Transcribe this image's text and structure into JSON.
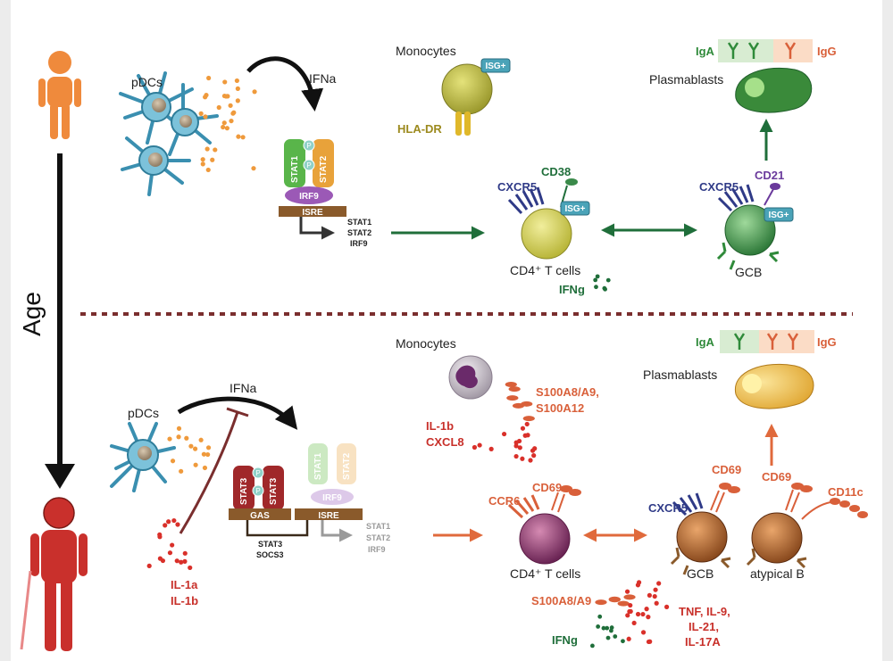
{
  "axis": {
    "label": "Age"
  },
  "colors": {
    "orange": "#e8883a",
    "red": "#c8302a",
    "green": "#1f6e3a",
    "navy": "#2f3a87",
    "purple": "#6a3a9c",
    "brown": "#8a5a2b",
    "olive": "#9c9a2e",
    "salmon": "#d9603a",
    "divider": "#7a2e2e"
  },
  "young": {
    "pdcs_label": "pDCs",
    "ifna_label": "IFNa",
    "monocytes_label": "Monocytes",
    "monocyte_isg_badge": "ISG+",
    "hla_dr_label": "HLA-DR",
    "stat1_label": "STAT1",
    "stat2_label": "STAT2",
    "p_label": "P",
    "irf9_label": "IRF9",
    "isre_label": "ISRE",
    "gene_stat1": "STAT1",
    "gene_stat2": "STAT2",
    "gene_irf9": "IRF9",
    "cd4_label": "CD4⁺ T cells",
    "cd4_cxcr5": "CXCR5",
    "cd4_cd38": "CD38",
    "cd4_isg_badge": "ISG+",
    "ifng_label": "IFNg",
    "gcb_label": "GCB",
    "gcb_cxcr5": "CXCR5",
    "gcb_cd21": "CD21",
    "gcb_isg_badge": "ISG+",
    "plasmablasts_label": "Plasmablasts",
    "iga_label": "IgA",
    "igg_label": "IgG"
  },
  "old": {
    "pdcs_label": "pDCs",
    "ifna_label": "IFNa",
    "il_labels": [
      "IL-1a",
      "IL-1b"
    ],
    "monocytes_label": "Monocytes",
    "s100_label": "S100A8/A9,",
    "s100a12_label": "S100A12",
    "il1b_label": "IL-1b",
    "cxcl8_label": "CXCL8",
    "stat3_label": "STAT3",
    "p_label": "P",
    "gas_label": "GAS",
    "isre_label": "ISRE",
    "stat1_faded": "STAT1",
    "stat2_faded": "STAT2",
    "irf9_faded": "IRF9",
    "gene_stat3": "STAT3",
    "gene_socs3": "SOCS3",
    "gene_stat1": "STAT1",
    "gene_stat2": "STAT2",
    "gene_irf9": "IRF9",
    "cd4_label": "CD4⁺ T cells",
    "cd4_ccr6": "CCR6",
    "cd4_cd69": "CD69",
    "gcb_label": "GCB",
    "gcb_cxcr5": "CXCR5",
    "gcb_cd69": "CD69",
    "atypical_label": "atypical B",
    "atypical_cd69": "CD69",
    "atypical_cd11c": "CD11c",
    "plasmablasts_label": "Plasmablasts",
    "iga_label": "IgA",
    "igg_label": "IgG",
    "s100_bottom_label": "S100A8/A9",
    "ifng_label": "IFNg",
    "tnf_labels": [
      "TNF, IL-9,",
      "IL-21,",
      "IL-17A"
    ]
  }
}
